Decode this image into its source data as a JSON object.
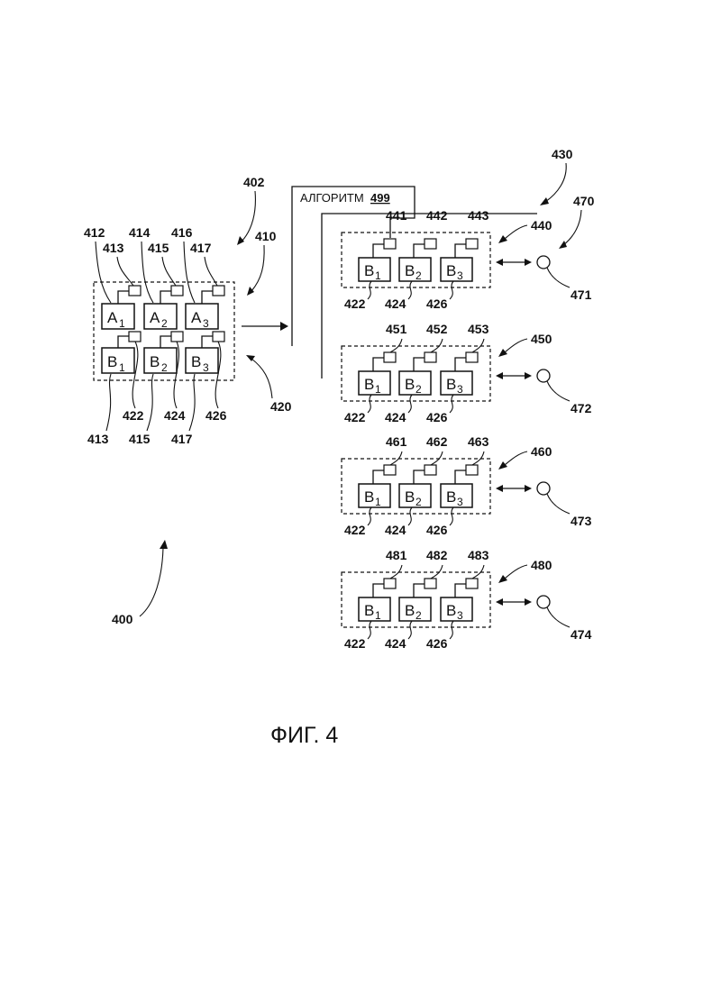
{
  "source_device": {
    "ref": "402",
    "group_a": {
      "ref": "410",
      "blocks": [
        {
          "letter": "A",
          "sub": "1",
          "ref": "412",
          "sensor_ref": "413"
        },
        {
          "letter": "A",
          "sub": "2",
          "ref": "414",
          "sensor_ref": "415"
        },
        {
          "letter": "A",
          "sub": "3",
          "ref": "416",
          "sensor_ref": "417"
        }
      ]
    },
    "group_b": {
      "ref": "420",
      "blocks": [
        {
          "letter": "B",
          "sub": "1",
          "ref": "422",
          "sensor_ref": "413"
        },
        {
          "letter": "B",
          "sub": "2",
          "ref": "424",
          "sensor_ref": "415"
        },
        {
          "letter": "B",
          "sub": "3",
          "ref": "426",
          "sensor_ref": "417"
        }
      ]
    }
  },
  "algorithm": {
    "label": "АЛГОРИТМ",
    "ref": "499"
  },
  "targets_ref": "430",
  "targets_arrow_ref": "470",
  "target_devices": [
    {
      "ref": "440",
      "sensor_refs": [
        "441",
        "442",
        "443"
      ],
      "block_refs": [
        "422",
        "424",
        "426"
      ],
      "user_ref": "471"
    },
    {
      "ref": "450",
      "sensor_refs": [
        "451",
        "452",
        "453"
      ],
      "block_refs": [
        "422",
        "424",
        "426"
      ],
      "user_ref": "472"
    },
    {
      "ref": "460",
      "sensor_refs": [
        "461",
        "462",
        "463"
      ],
      "block_refs": [
        "422",
        "424",
        "426"
      ],
      "user_ref": "473"
    },
    {
      "ref": "480",
      "sensor_refs": [
        "481",
        "482",
        "483"
      ],
      "block_refs": [
        "422",
        "424",
        "426"
      ],
      "user_ref": "474"
    }
  ],
  "target_block_letters": [
    {
      "letter": "B",
      "sub": "1"
    },
    {
      "letter": "B",
      "sub": "2"
    },
    {
      "letter": "B",
      "sub": "3"
    }
  ],
  "system_ref": "400",
  "caption": "ФИГ. 4"
}
